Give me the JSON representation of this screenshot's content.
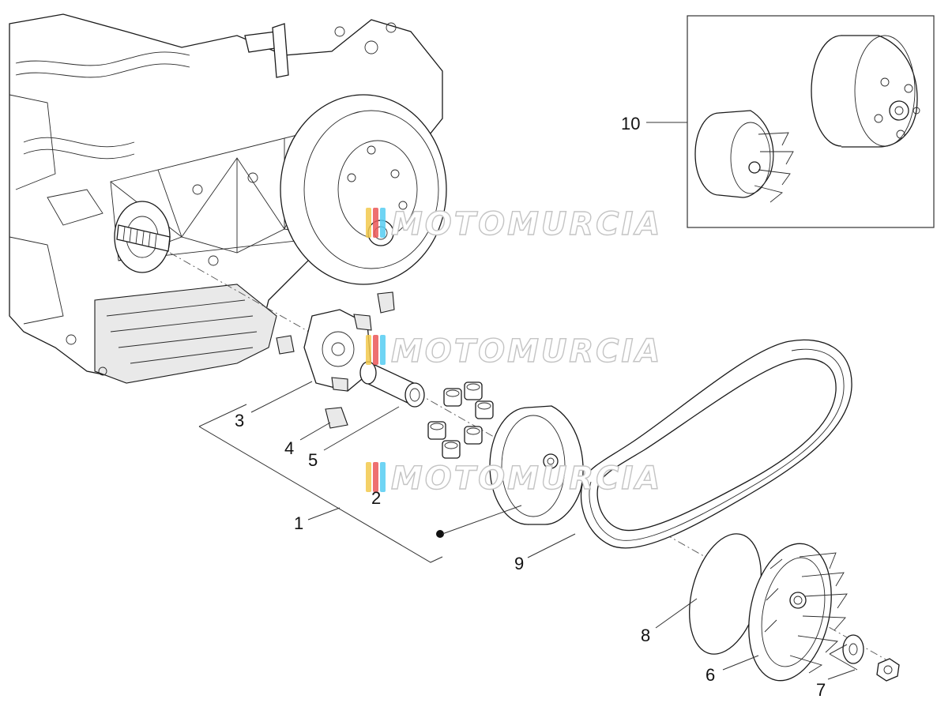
{
  "callouts": {
    "c1": "1",
    "c2": "2",
    "c3": "3",
    "c4": "4",
    "c5": "5",
    "c6": "6",
    "c7": "7",
    "c8": "8",
    "c9": "9",
    "c10": "10"
  },
  "watermark": {
    "text": "MOTOMURCIA",
    "colors": [
      "#f2c94c",
      "#eb5757",
      "#56ccf2"
    ]
  }
}
